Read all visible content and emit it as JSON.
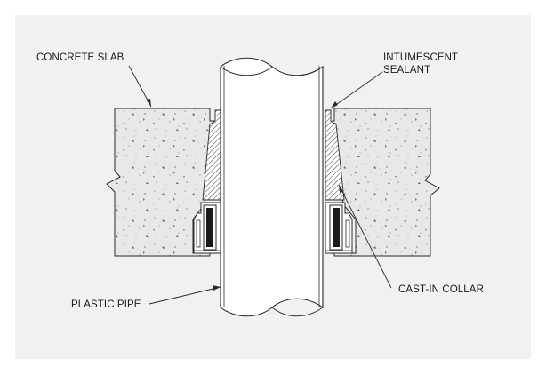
{
  "labels": {
    "concrete_slab": "CONCRETE SLAB",
    "intumescent_line1": "INTUMESCENT",
    "intumescent_line2": "SEALANT",
    "plastic_pipe": "PLASTIC PIPE",
    "cast_in_collar": "CAST-IN COLLAR"
  },
  "colors": {
    "panel_background": "#f1f1f3",
    "concrete_fill": "#e9e9e9",
    "pipe_fill": "#ffffff",
    "line": "#2a2a2a"
  }
}
